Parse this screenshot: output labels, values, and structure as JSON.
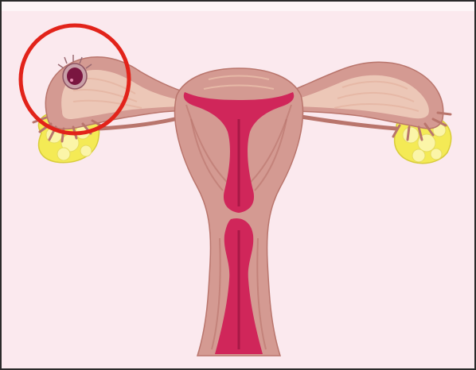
{
  "diagram": {
    "subject": "uterus-fallopian-tubes-ovaries",
    "highlight": {
      "shape": "circle",
      "target": "implanted-embryo-in-left-fallopian-tube"
    },
    "colors": {
      "background": "#fbe9ee",
      "frame_border": "#2a2a2a",
      "tissue": "#d49a92",
      "tissue_dark": "#b9756c",
      "tissue_light": "#ecc7b7",
      "muscle_stripe": "#e6b8a6",
      "cavity": "#d0265a",
      "cavity_dark": "#a81846",
      "ovary": "#f4ea55",
      "ovary_light": "#fbf5a8",
      "embryo": "#7a1640",
      "highlight_circle": "#e2231a"
    }
  }
}
